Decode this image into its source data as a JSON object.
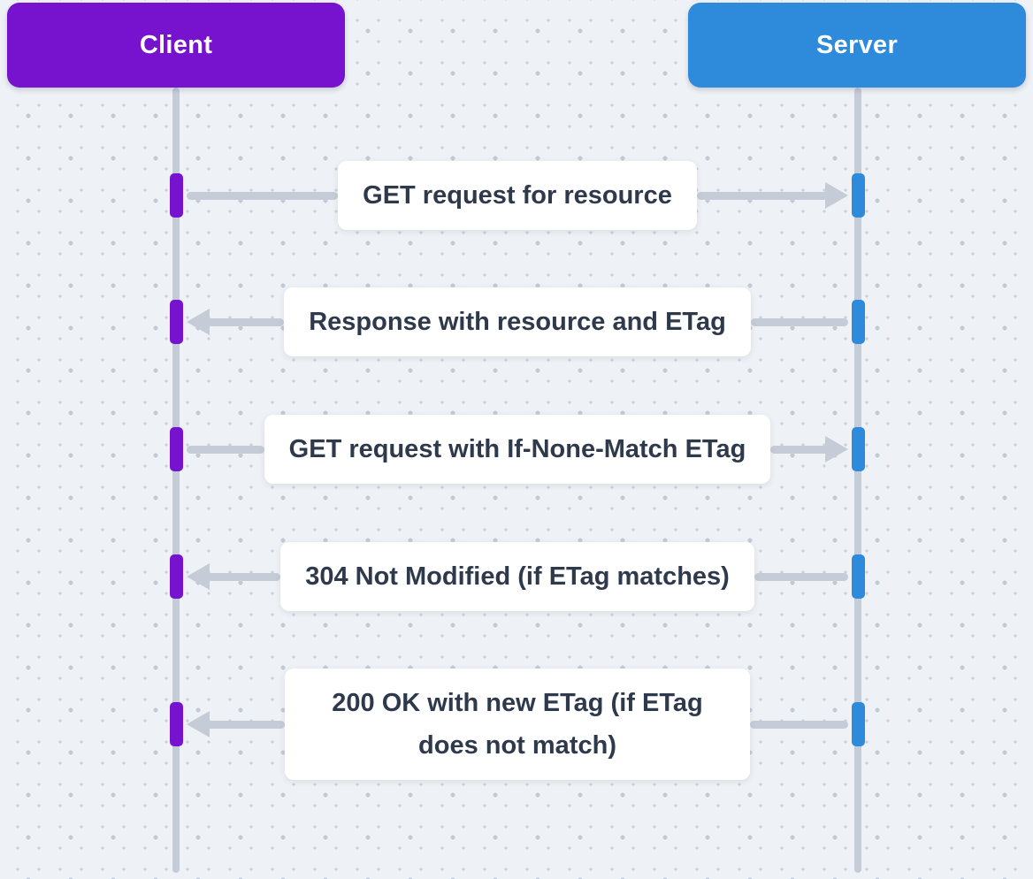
{
  "diagram": {
    "type": "sequence-diagram",
    "actors": [
      {
        "name": "Client",
        "color": "#7712CE"
      },
      {
        "name": "Server",
        "color": "#2E8ADB"
      }
    ],
    "messages": [
      {
        "label": "GET request for resource",
        "from": "Client",
        "to": "Server",
        "direction": "right"
      },
      {
        "label": "Response with resource and ETag",
        "from": "Server",
        "to": "Client",
        "direction": "left"
      },
      {
        "label": "GET request with If-None-Match ETag",
        "from": "Client",
        "to": "Server",
        "direction": "right"
      },
      {
        "label": "304 Not Modified (if ETag matches)",
        "from": "Server",
        "to": "Client",
        "direction": "left"
      },
      {
        "label": "200 OK with new ETag (if ETag does not match)",
        "from": "Server",
        "to": "Client",
        "direction": "left"
      }
    ],
    "colors": {
      "background": "#EEF1F5",
      "client_accent": "#7712CE",
      "server_accent": "#2E8ADB",
      "connector_gray": "#C5CCD8",
      "label_text": "#2E3A4C",
      "label_background": "#FFFFFF"
    }
  }
}
